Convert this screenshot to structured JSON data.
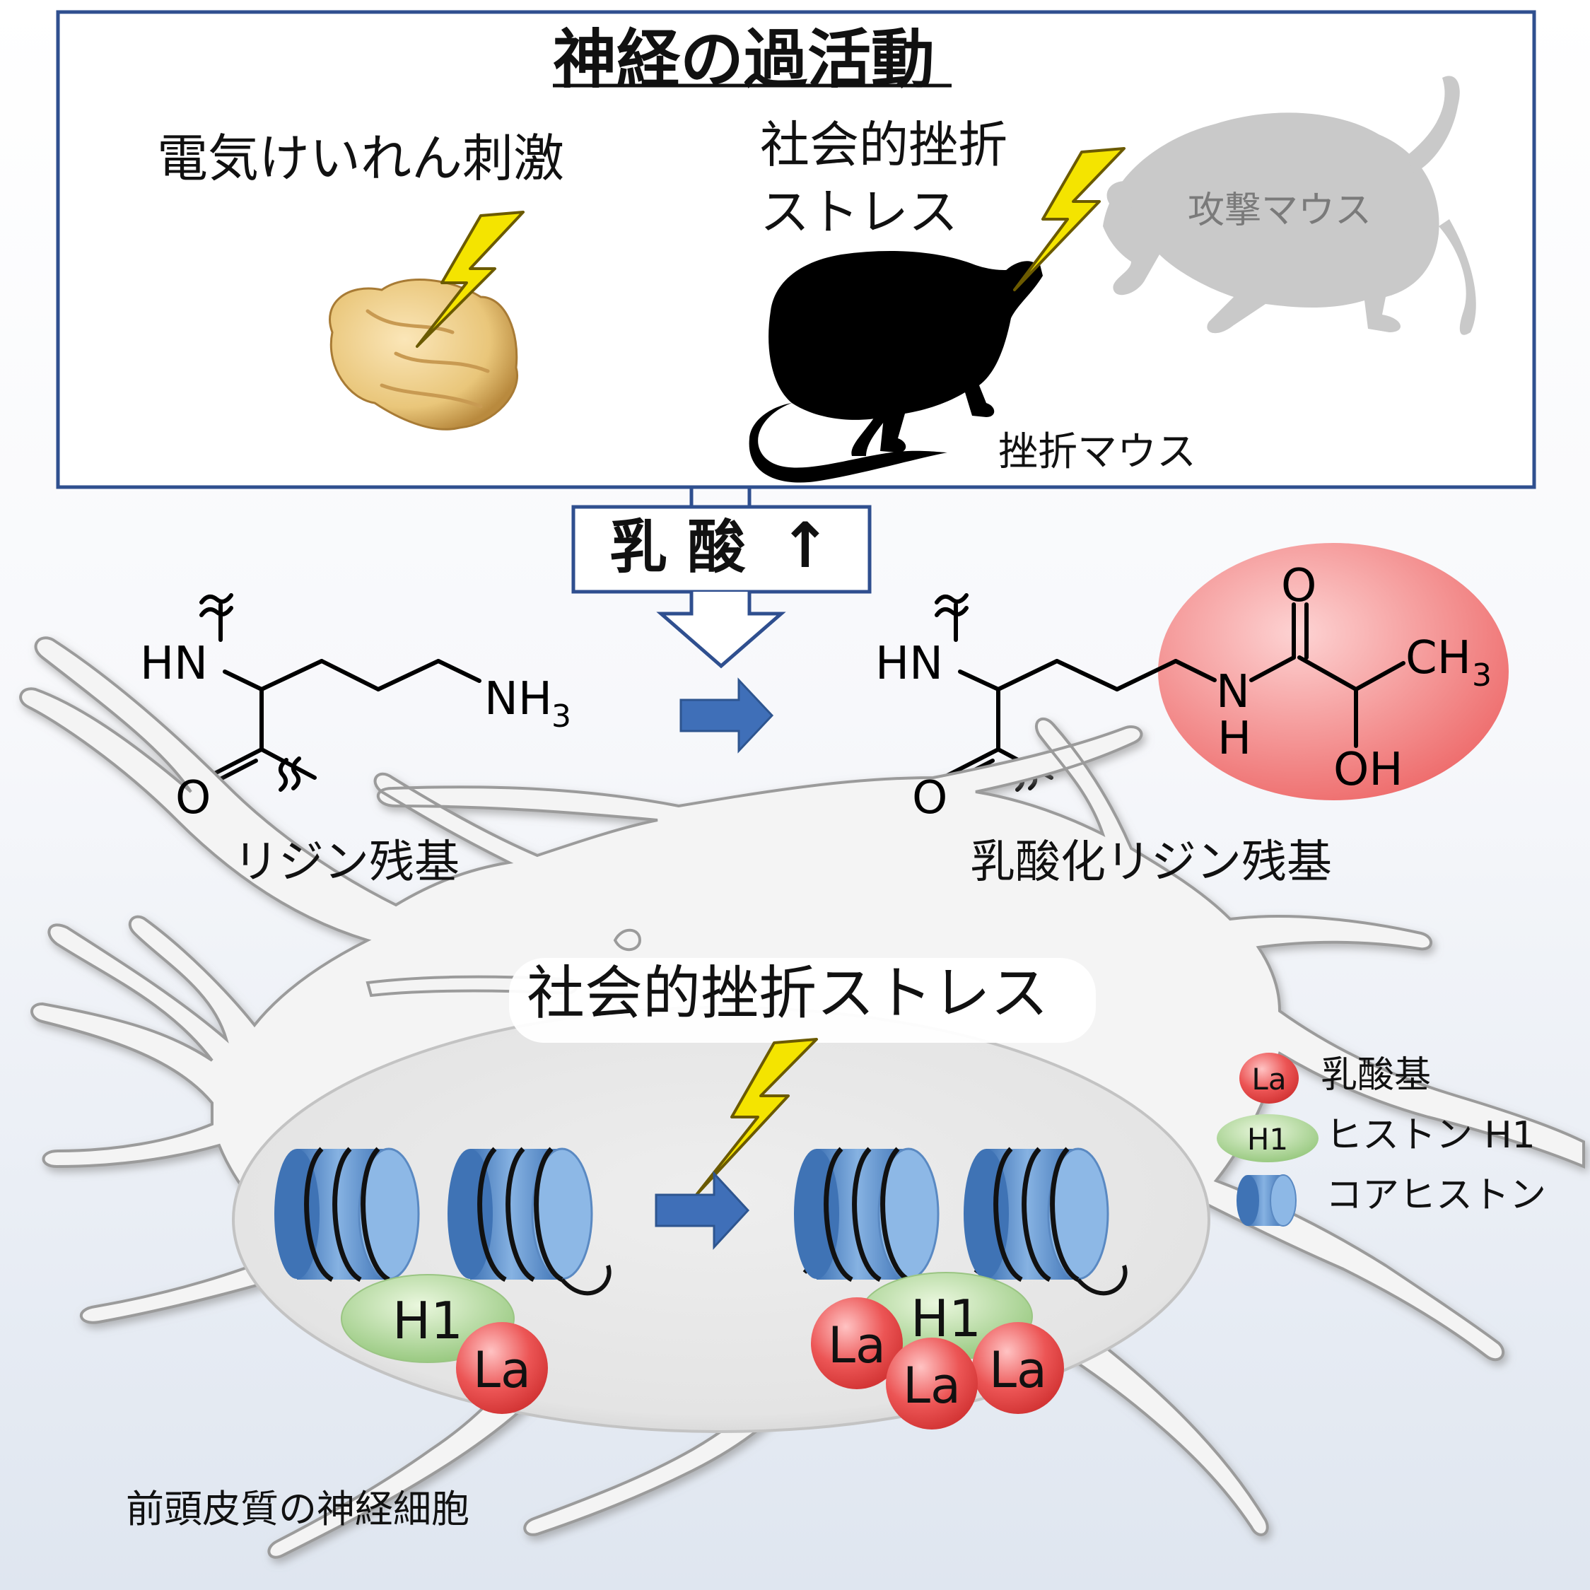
{
  "top_panel": {
    "title": "神経の過活動",
    "left_label": "電気けいれん刺激",
    "middle_label_line1": "社会的挫折",
    "middle_label_line2": "ストレス",
    "aggressor_label": "攻撃マウス",
    "defeated_label": "挫折マウス"
  },
  "lactate_box": {
    "label": "乳 酸",
    "arrow": "↑"
  },
  "chemistry": {
    "left_caption": "リジン残基",
    "right_caption": "乳酸化リジン残基",
    "atoms": {
      "hn": "HN",
      "o": "O",
      "nh": "NH",
      "sub3": "3",
      "n": "N",
      "h": "H",
      "ch": "CH",
      "oh": "OH"
    }
  },
  "cell": {
    "stress_label": "社会的挫折ストレス",
    "region_label": "前頭皮質の神経細胞",
    "h1": "H1",
    "la": "La"
  },
  "legend": {
    "items": [
      {
        "badge": "La",
        "label": "乳酸基"
      },
      {
        "badge": "H1",
        "label": "ヒストン H1"
      },
      {
        "badge": "",
        "label": "コアヒストン"
      }
    ]
  },
  "colors": {
    "frame": "#2f4f8f",
    "lightning": "#f4e400",
    "arrow_blue": "#3f6fb8",
    "la_red": "#e24545",
    "h1_green": "#9ccf85",
    "histone_blue": "#5f93cf",
    "highlight_red": "#f07c7c"
  }
}
